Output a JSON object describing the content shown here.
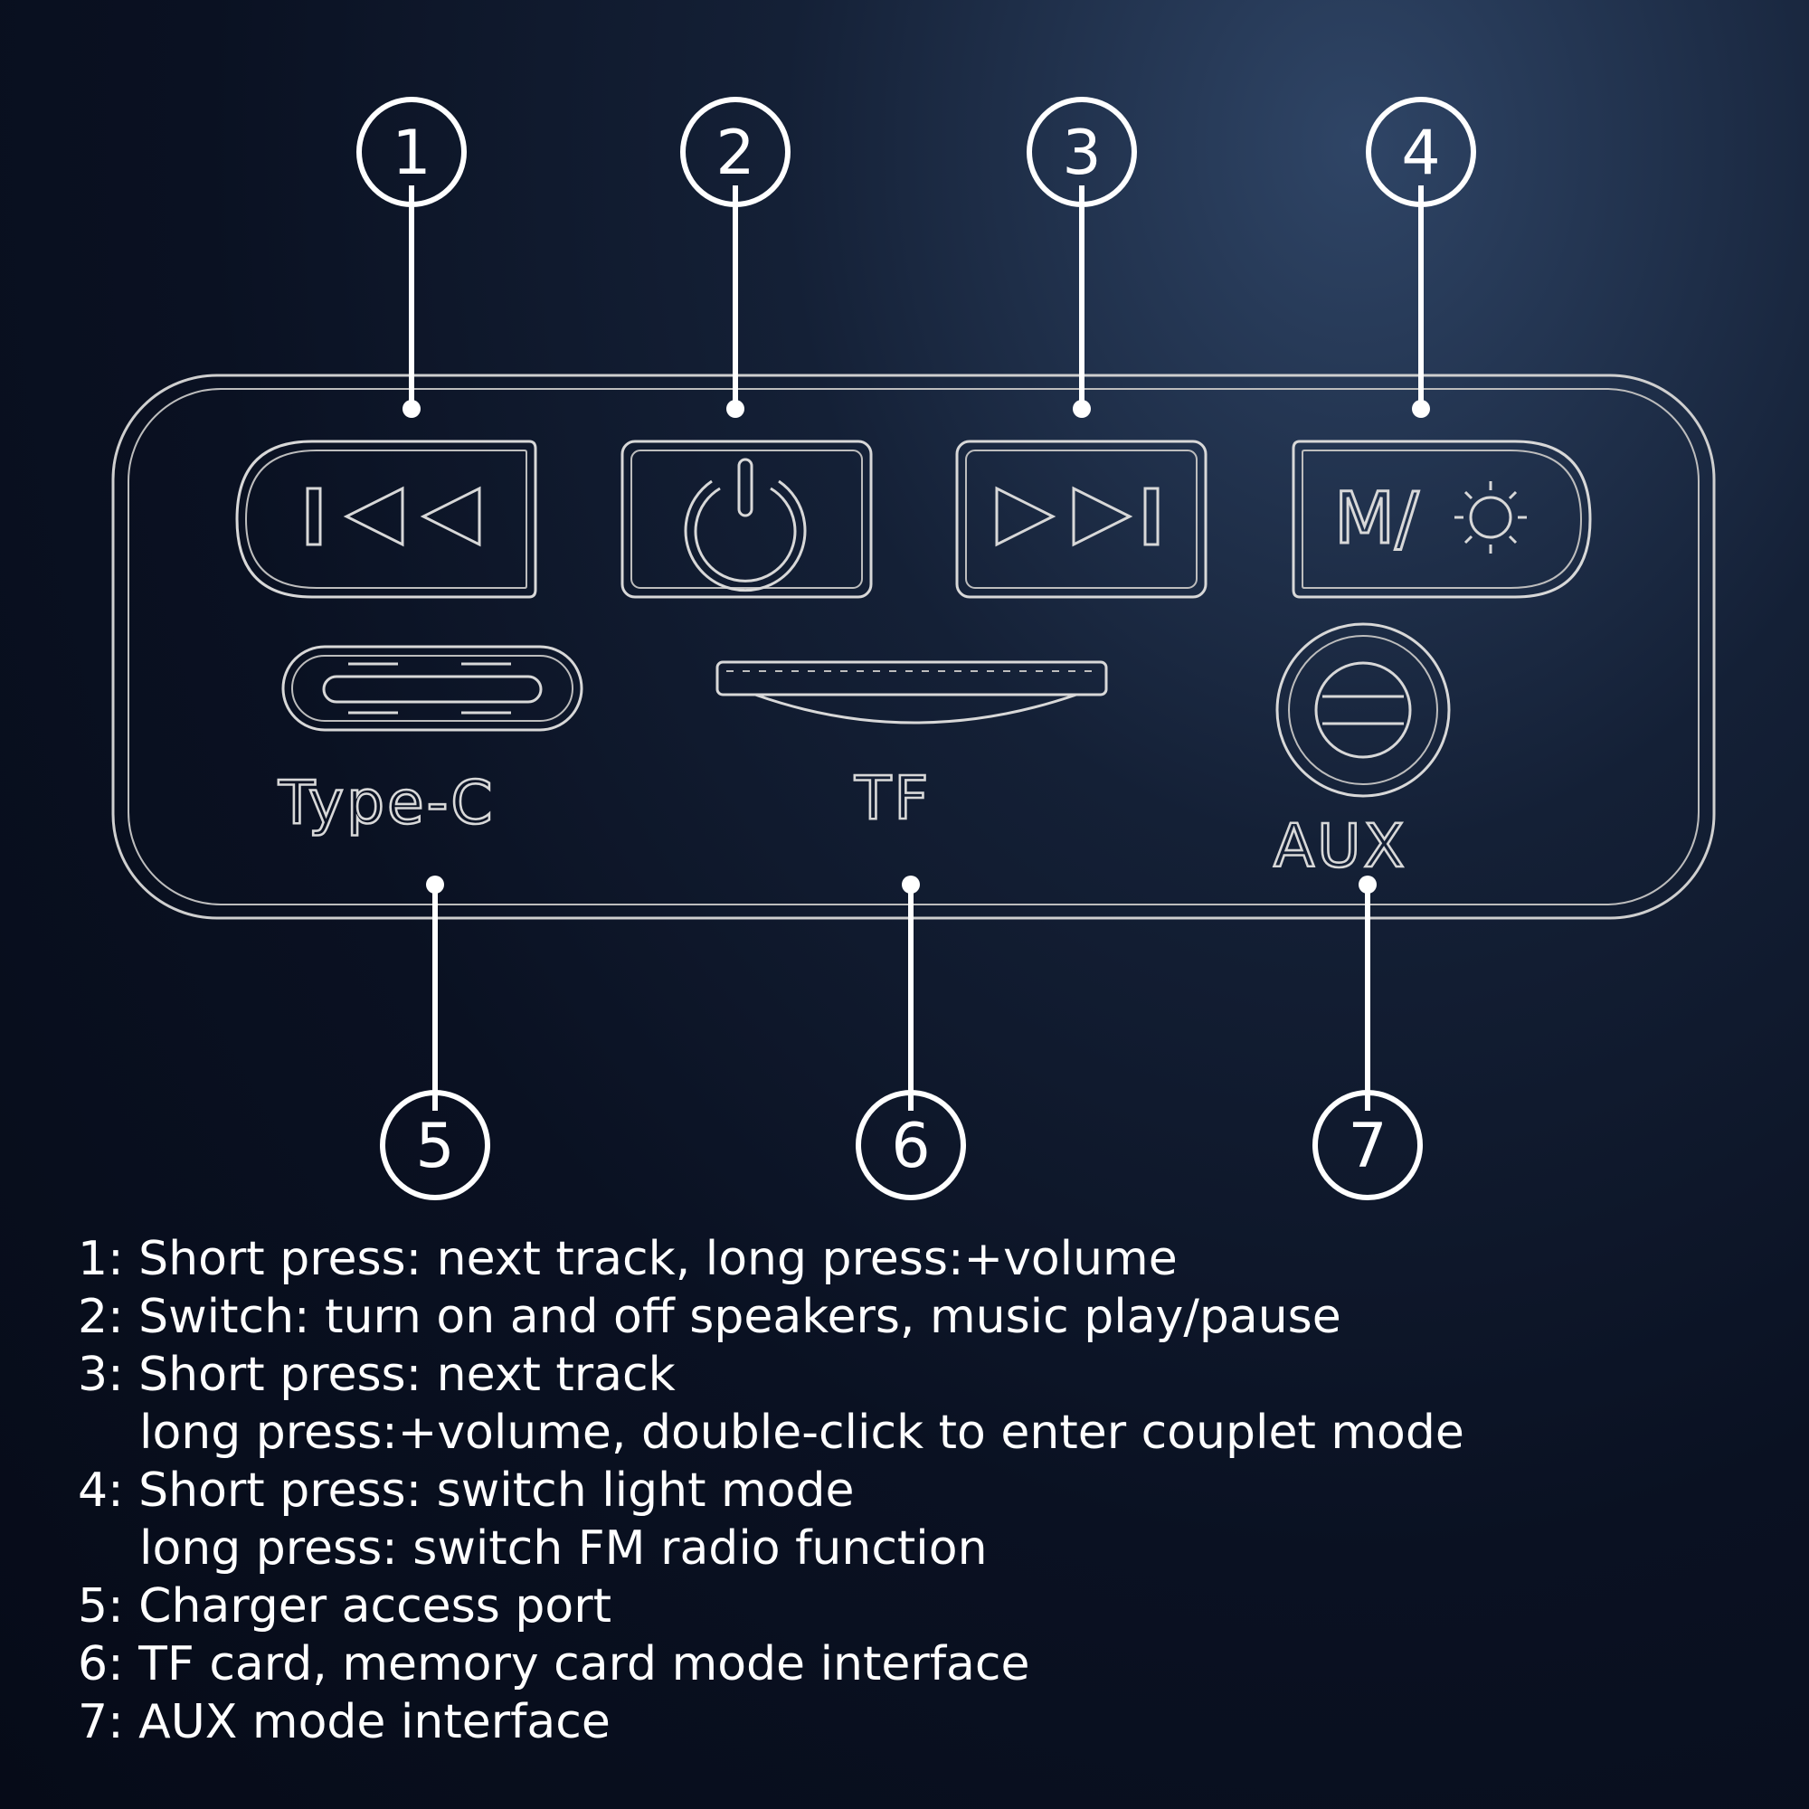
{
  "callouts": [
    "1",
    "2",
    "3",
    "4",
    "5",
    "6",
    "7"
  ],
  "buttons": {
    "mode_label": "M/"
  },
  "ports": {
    "typec_label": "Type-C",
    "tf_label": "TF",
    "aux_label": "AUX"
  },
  "legend": [
    {
      "text": "1: Short press: next track, long press:+volume",
      "indent": false
    },
    {
      "text": "2: Switch: turn on and off speakers, music play/pause",
      "indent": false
    },
    {
      "text": "3: Short press: next track",
      "indent": false
    },
    {
      "text": "long press:+volume, double-click to enter couplet mode",
      "indent": true
    },
    {
      "text": "4: Short press: switch light mode",
      "indent": false
    },
    {
      "text": "long press: switch FM radio function",
      "indent": true
    },
    {
      "text": "5: Charger access port",
      "indent": false
    },
    {
      "text": "6: TF card, memory card mode interface",
      "indent": false
    },
    {
      "text": "7: AUX mode interface",
      "indent": false
    }
  ],
  "icons": [
    "previous-track-icon",
    "power-icon",
    "next-track-icon",
    "light-mode-icon",
    "type-c-port-icon",
    "tf-slot-icon",
    "aux-jack-icon"
  ],
  "colors": {
    "background": "#0a1122",
    "outline": "#d8d8d8",
    "callout": "#ffffff"
  }
}
